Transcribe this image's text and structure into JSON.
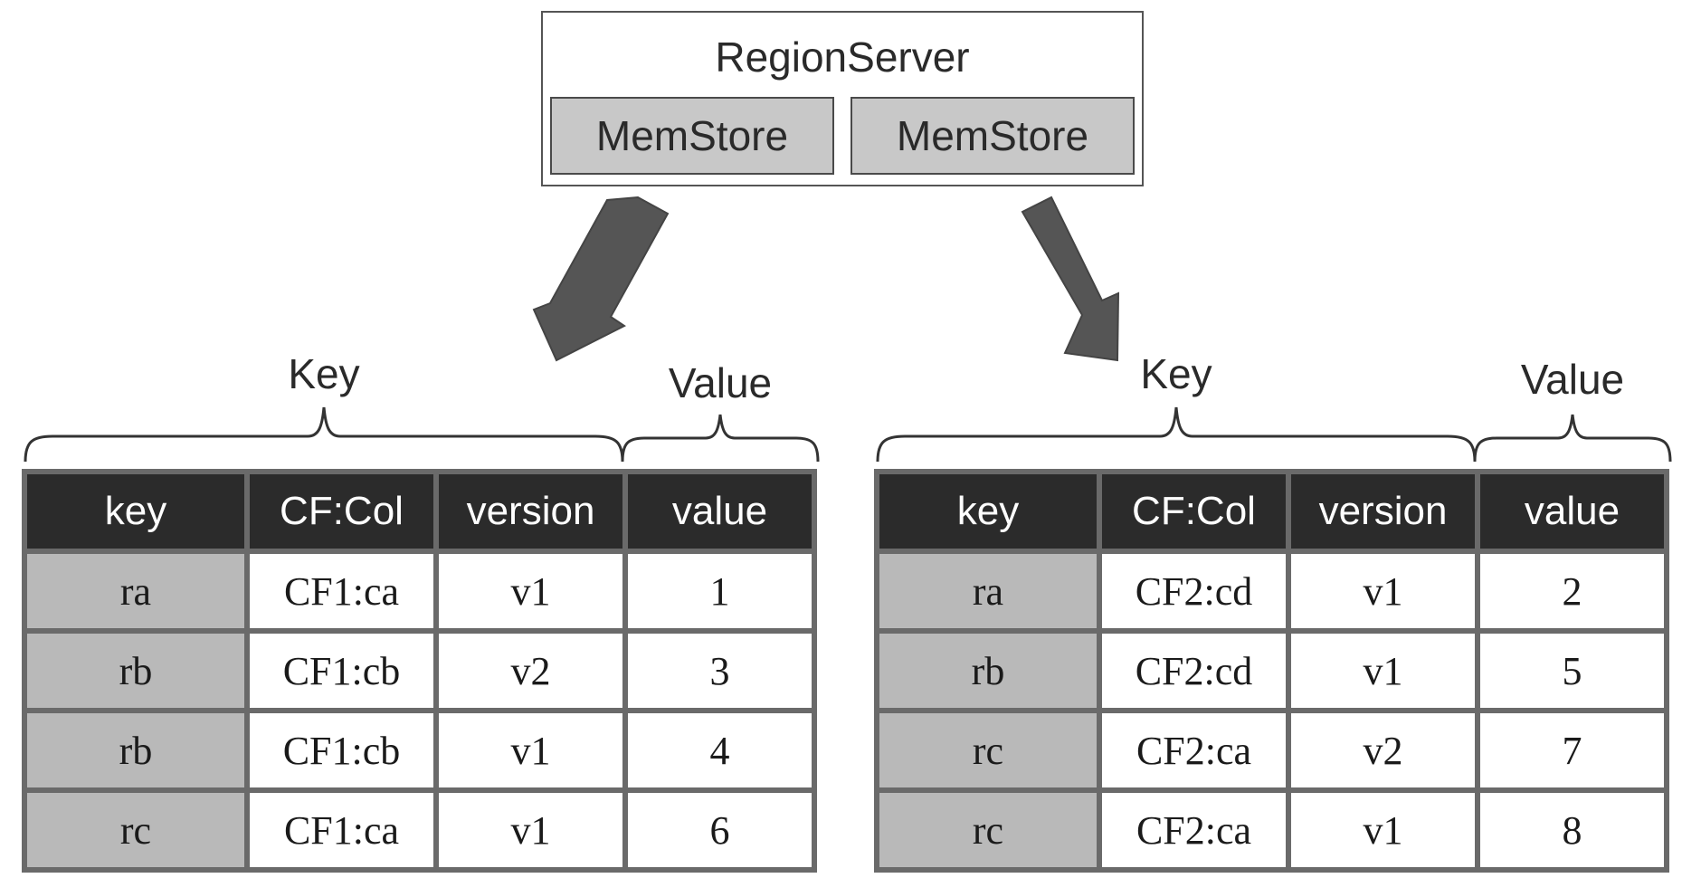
{
  "region_server": {
    "title": "RegionServer",
    "memstores": [
      "MemStore",
      "MemStore"
    ]
  },
  "tables": [
    {
      "key_brace_label": "Key",
      "value_brace_label": "Value",
      "columns": [
        "key",
        "CF:Col",
        "version",
        "value"
      ],
      "rows": [
        [
          "ra",
          "CF1:ca",
          "v1",
          "1"
        ],
        [
          "rb",
          "CF1:cb",
          "v2",
          "3"
        ],
        [
          "rb",
          "CF1:cb",
          "v1",
          "4"
        ],
        [
          "rc",
          "CF1:ca",
          "v1",
          "6"
        ]
      ]
    },
    {
      "key_brace_label": "Key",
      "value_brace_label": "Value",
      "columns": [
        "key",
        "CF:Col",
        "version",
        "value"
      ],
      "rows": [
        [
          "ra",
          "CF2:cd",
          "v1",
          "2"
        ],
        [
          "rb",
          "CF2:cd",
          "v1",
          "5"
        ],
        [
          "rc",
          "CF2:ca",
          "v2",
          "7"
        ],
        [
          "rc",
          "CF2:ca",
          "v1",
          "8"
        ]
      ]
    }
  ],
  "colors": {
    "header_bg": "#2b2b2b",
    "key_cell_bg": "#b9b9b9",
    "memstore_bg": "#c8c8c8",
    "arrow_fill": "#555555"
  }
}
